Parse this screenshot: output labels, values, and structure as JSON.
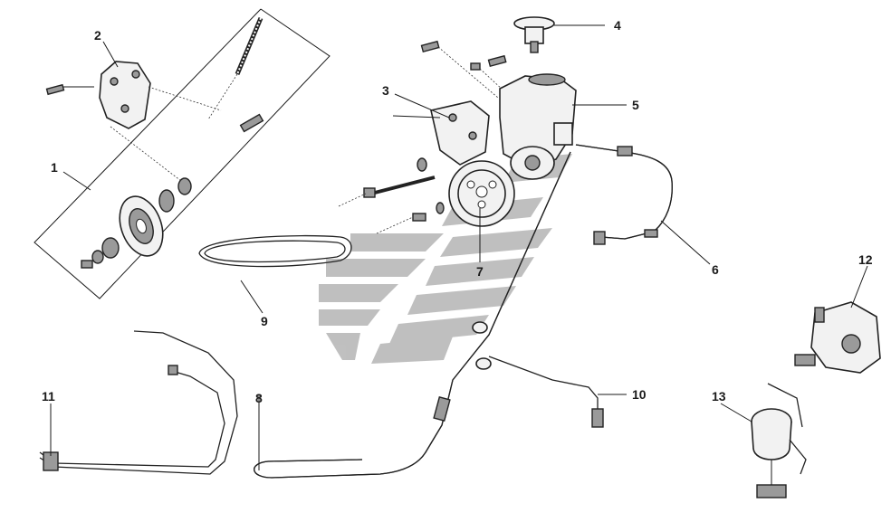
{
  "diagram": {
    "watermark_color": "#b5b5b5",
    "line_color": "#1a1a1a",
    "callouts": [
      {
        "id": "1",
        "label": "1"
      },
      {
        "id": "2",
        "label": "2"
      },
      {
        "id": "3",
        "label": "3"
      },
      {
        "id": "4",
        "label": "4"
      },
      {
        "id": "5",
        "label": "5"
      },
      {
        "id": "6",
        "label": "6"
      },
      {
        "id": "7",
        "label": "7"
      },
      {
        "id": "8",
        "label": "8"
      },
      {
        "id": "9",
        "label": "9"
      },
      {
        "id": "10",
        "label": "10"
      },
      {
        "id": "11",
        "label": "11"
      },
      {
        "id": "12",
        "label": "12"
      },
      {
        "id": "13",
        "label": "13"
      }
    ]
  }
}
